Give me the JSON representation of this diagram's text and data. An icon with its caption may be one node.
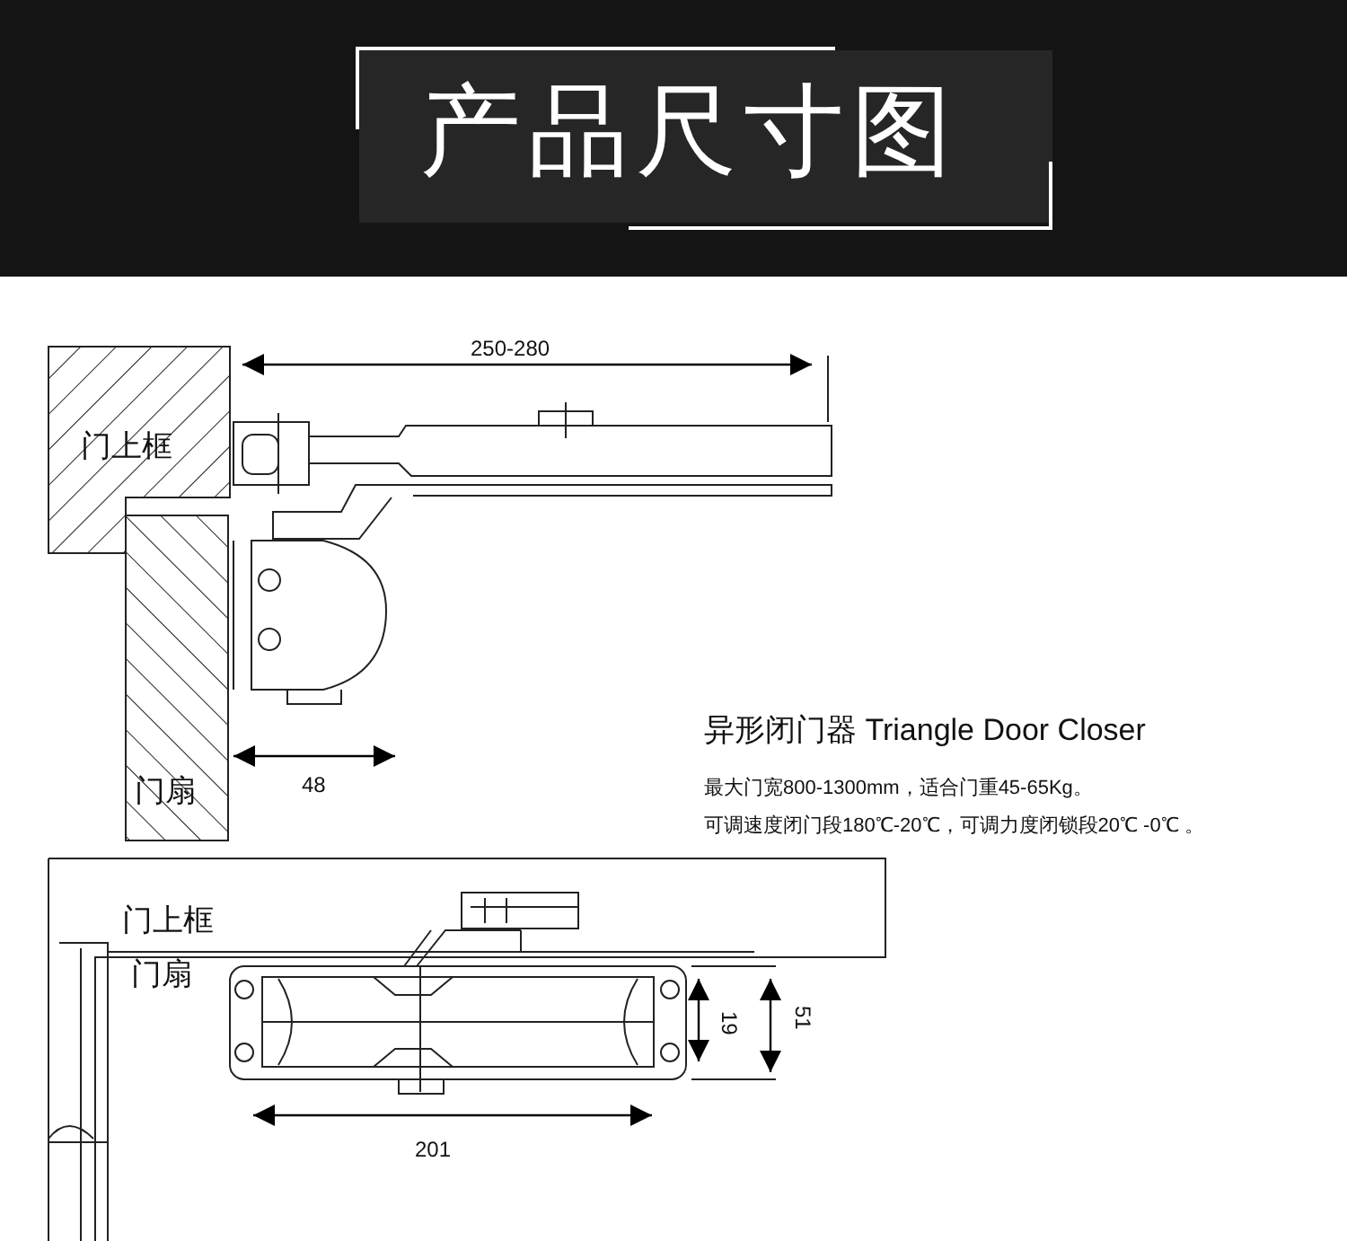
{
  "diagram": {
    "title": "产品尺寸图",
    "labels": [
      "250-280",
      "门上框",
      "门扇",
      "48",
      "异形闭门器 Triangle Door Closer",
      "最大门宽800-1300mm，适合门重45-65Kg。",
      "可调速度闭门段180℃-20℃，可调力度闭锁段20℃ -0℃ 。",
      "门上框",
      "门扇",
      "19",
      "51",
      "201"
    ]
  }
}
